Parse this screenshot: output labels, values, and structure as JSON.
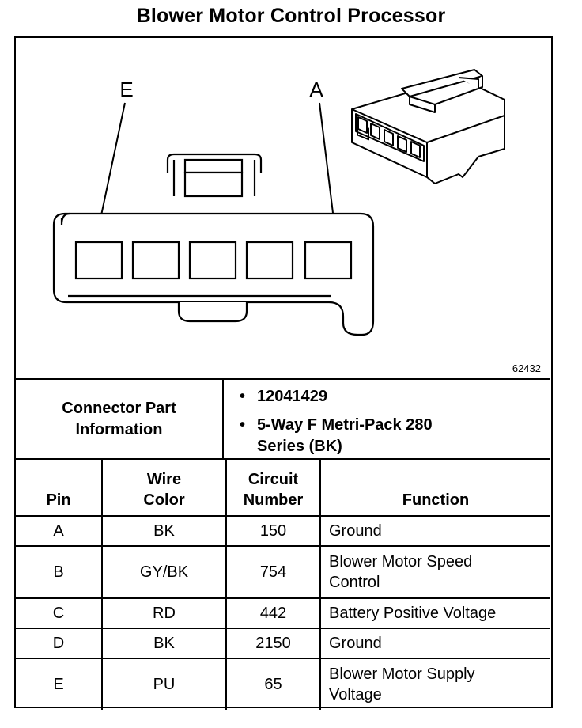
{
  "title": "Blower Motor Control Processor",
  "diagram": {
    "figure_id": "62432",
    "callouts": {
      "left": "E",
      "right": "A"
    }
  },
  "connector_info": {
    "label": "Connector Part Information",
    "items": [
      "12041429",
      "5-Way F Metri-Pack 280 Series (BK)"
    ]
  },
  "pin_table": {
    "headers": {
      "pin": "Pin",
      "wire_color": "Wire Color",
      "circuit_number": "Circuit Number",
      "function": "Function"
    },
    "rows": [
      {
        "pin": "A",
        "wire_color": "BK",
        "circuit": "150",
        "function": "Ground"
      },
      {
        "pin": "B",
        "wire_color": "GY/BK",
        "circuit": "754",
        "function": "Blower Motor Speed Control"
      },
      {
        "pin": "C",
        "wire_color": "RD",
        "circuit": "442",
        "function": "Battery Positive Voltage"
      },
      {
        "pin": "D",
        "wire_color": "BK",
        "circuit": "2150",
        "function": "Ground"
      },
      {
        "pin": "E",
        "wire_color": "PU",
        "circuit": "65",
        "function": "Blower Motor Supply Voltage"
      }
    ]
  }
}
